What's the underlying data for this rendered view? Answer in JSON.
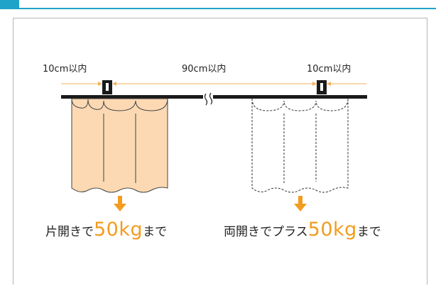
{
  "labels": {
    "left_gap": "10cm以内",
    "middle_gap": "90cm以内",
    "right_gap": "10cm以内"
  },
  "captions": {
    "single": {
      "prefix": "片開きで",
      "value": "50kg",
      "suffix": "まで"
    },
    "double": {
      "prefix": "両開きでプラス",
      "value": "50kg",
      "suffix": "まで"
    }
  },
  "colors": {
    "accent": "#1fa3c9",
    "highlight": "#f39c1f",
    "curtain_fill": "#fcd9b3",
    "dimension_line": "#f3b15a"
  },
  "icons": [
    "bracket-icon",
    "arrow-down-icon",
    "rail-break-icon"
  ]
}
